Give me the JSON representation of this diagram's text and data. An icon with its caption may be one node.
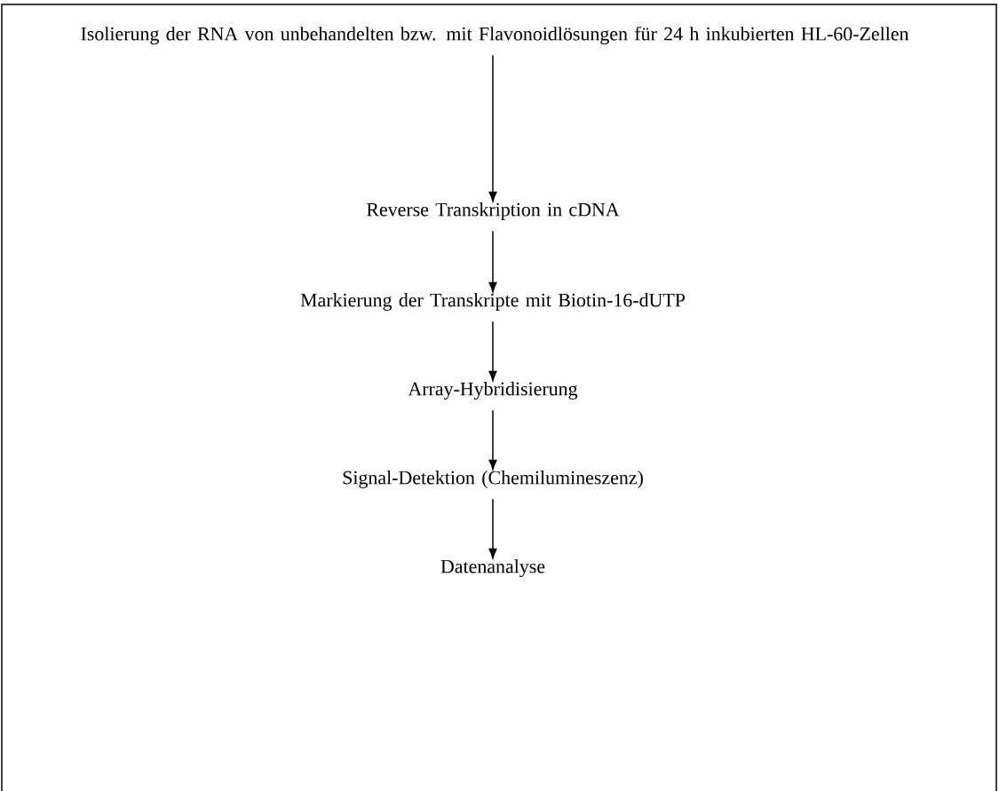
{
  "diagram": {
    "nodes": [
      {
        "text": [
          "Isolierung der RNA von unbehandelten bzw. mit Flavonoidlösungen für 24 h inkubierten HL-60-Zellen"
        ]
      },
      {
        "text": [
          "Reverse Transkription in cDNA"
        ]
      },
      {
        "text": [
          "Markierung der Transkripte mit  Biotin-16-dUTP"
        ]
      },
      {
        "text": [
          "Array-Hybridisierung"
        ]
      },
      {
        "text": [
          "Signal-Detektion (Chemilumineszenz)"
        ]
      },
      {
        "text": [
          "Datenanalyse"
        ]
      }
    ],
    "edges": [
      {
        "from": 0,
        "to": 1,
        "arrow": "to"
      },
      {
        "from": 1,
        "to": 2,
        "arrow": "to"
      },
      {
        "from": 2,
        "to": 3,
        "arrow": "to"
      },
      {
        "from": 3,
        "to": 4,
        "arrow": "to"
      },
      {
        "from": 4,
        "to": 5,
        "arrow": "to"
      }
    ]
  }
}
